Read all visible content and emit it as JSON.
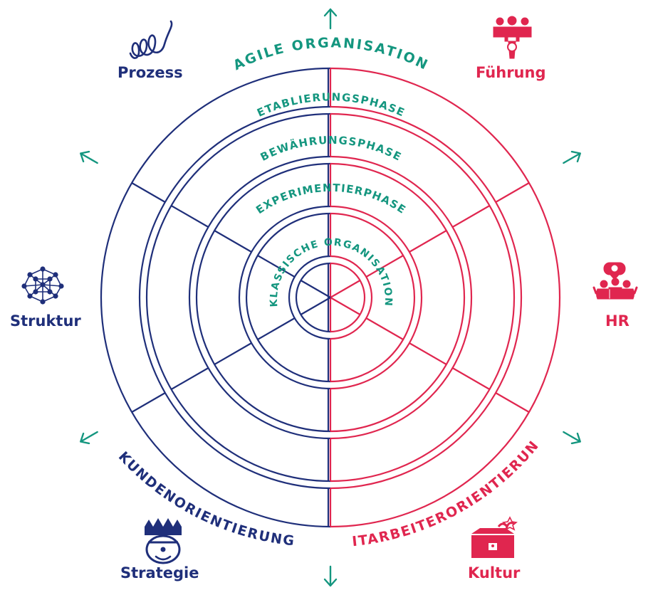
{
  "colors": {
    "blue": "#1f2f7a",
    "red": "#e0264f",
    "teal": "#14967f"
  },
  "rings": {
    "outer": "AGILE ORGANISATION",
    "ring3": "ETABLIERUNGSPHASE",
    "ring2": "BEWÄHRUNGSPHASE",
    "ring1": "EXPERIMENTIERPHASE",
    "center": "KLASSISCHE ORGANISATION"
  },
  "orientations": {
    "left": "KUNDENORIENTIERUNG",
    "right": "MITARBEITERORIENTIERUNG"
  },
  "dimensions": {
    "prozess": {
      "label": "Prozess",
      "icon": "spiral-icon"
    },
    "fuehrung": {
      "label": "Führung",
      "icon": "leader-team-icon"
    },
    "struktur": {
      "label": "Struktur",
      "icon": "network-icon"
    },
    "hr": {
      "label": "HR",
      "icon": "people-idea-icon"
    },
    "strategie": {
      "label": "Strategie",
      "icon": "crown-face-icon"
    },
    "kultur": {
      "label": "Kultur",
      "icon": "treasure-chest-icon"
    }
  }
}
